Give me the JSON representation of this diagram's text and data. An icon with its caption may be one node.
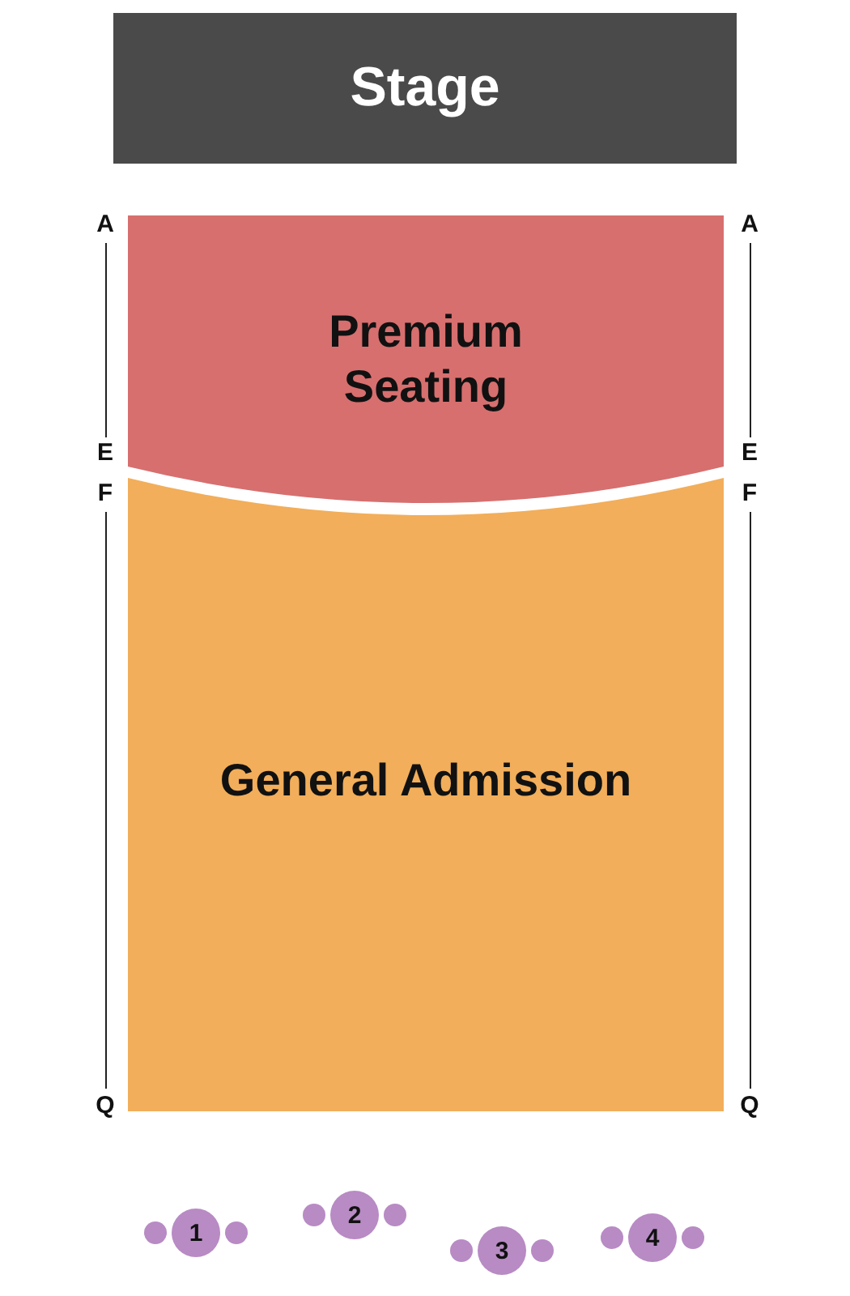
{
  "diagram": {
    "nodes": [
      {
        "text": [
          "Stage"
        ]
      },
      {
        "text": [
          "Premium Seating"
        ]
      },
      {
        "text": [
          "General Admission"
        ]
      },
      {
        "text": [
          "1"
        ]
      },
      {
        "text": [
          "2"
        ]
      },
      {
        "text": [
          "3"
        ]
      },
      {
        "text": [
          "4"
        ]
      }
    ],
    "edges": [],
    "labels": [
      "A",
      "A",
      "E",
      "E",
      "F",
      "F",
      "Q",
      "Q"
    ]
  }
}
